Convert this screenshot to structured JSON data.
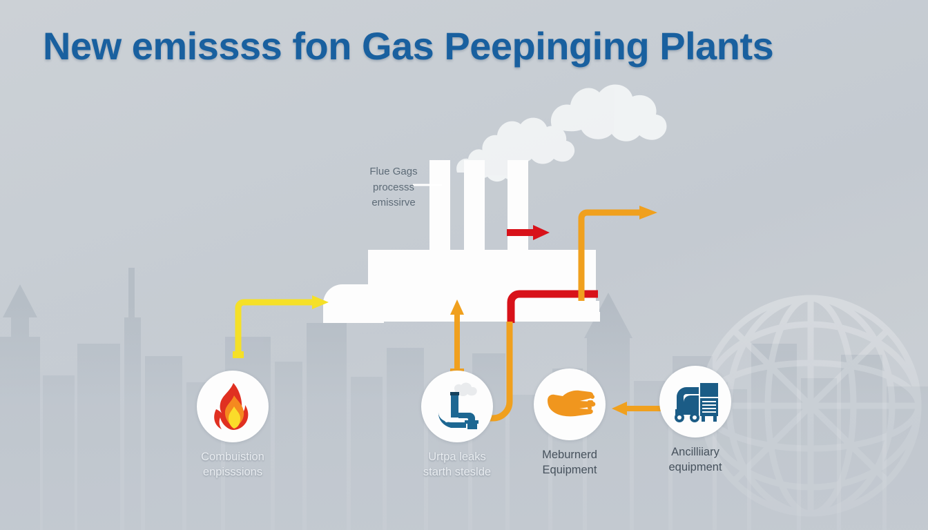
{
  "title": "New emissss fon Gas Peepinging Plants",
  "colors": {
    "title": "#19609f",
    "background": "#c9ced4",
    "flame_outer": "#e03021",
    "flame_mid": "#f5891f",
    "flame_inner": "#fbdc2a",
    "pipe_blue": "#1d6792",
    "machine_blue": "#1b5c86",
    "glove_orange": "#f0961e",
    "arrow_orange": "#f0a01e",
    "arrow_yellow": "#f5e028",
    "arrow_red": "#d8121a",
    "plant_white": "#fdfdfd",
    "smoke_white": "#f2f4f5",
    "callout_text": "#5d6b77",
    "label_light": "#e9edf1",
    "label_dark": "#46515c"
  },
  "callout": {
    "line1": "Flue Gags",
    "line2": "processs",
    "line3": "emissirve"
  },
  "plant": {
    "stack_count": 3,
    "smoke_plumes": 2,
    "icon_name": "gas-processing-plant"
  },
  "nodes": [
    {
      "id": "combustion",
      "icon": "flame-icon",
      "label_line1": "Combuistion",
      "label_line2": "enpisssions",
      "label_style": "light"
    },
    {
      "id": "leaks",
      "icon": "pipe-leak-icon",
      "label_line1": "Urtpa leaks",
      "label_line2": "starth steslde",
      "label_style": "light"
    },
    {
      "id": "metered",
      "icon": "glove-hand-icon",
      "label_line1": "Meburnerd",
      "label_line2": "Equipment",
      "label_style": "dark"
    },
    {
      "id": "ancillary",
      "icon": "compressor-machine-icon",
      "label_line1": "Ancilliiary",
      "label_line2": "equipment",
      "label_style": "dark"
    }
  ],
  "connectors": [
    {
      "name": "yellow-elbow-combustion-to-plant",
      "color": "#f5e028",
      "direction": "up-right",
      "arrowhead": "right"
    },
    {
      "name": "orange-arrow-leaks-up",
      "color": "#f0a01e",
      "direction": "up",
      "arrowhead": "up"
    },
    {
      "name": "orange-elbow-metered-to-plant",
      "color": "#f0a01e",
      "direction": "up",
      "arrowhead": "left"
    },
    {
      "name": "orange-elbow-plant-to-right",
      "color": "#f0a01e",
      "direction": "up-right",
      "arrowhead": "right"
    },
    {
      "name": "orange-arrow-ancillary-to-metered",
      "color": "#f0a01e",
      "direction": "left",
      "arrowhead": "left"
    },
    {
      "name": "red-arrow-stack-right",
      "color": "#d8121a",
      "direction": "right",
      "arrowhead": "right"
    },
    {
      "name": "red-pipe-elbow",
      "color": "#d8121a",
      "direction": "up-right",
      "arrowhead": "none"
    }
  ]
}
